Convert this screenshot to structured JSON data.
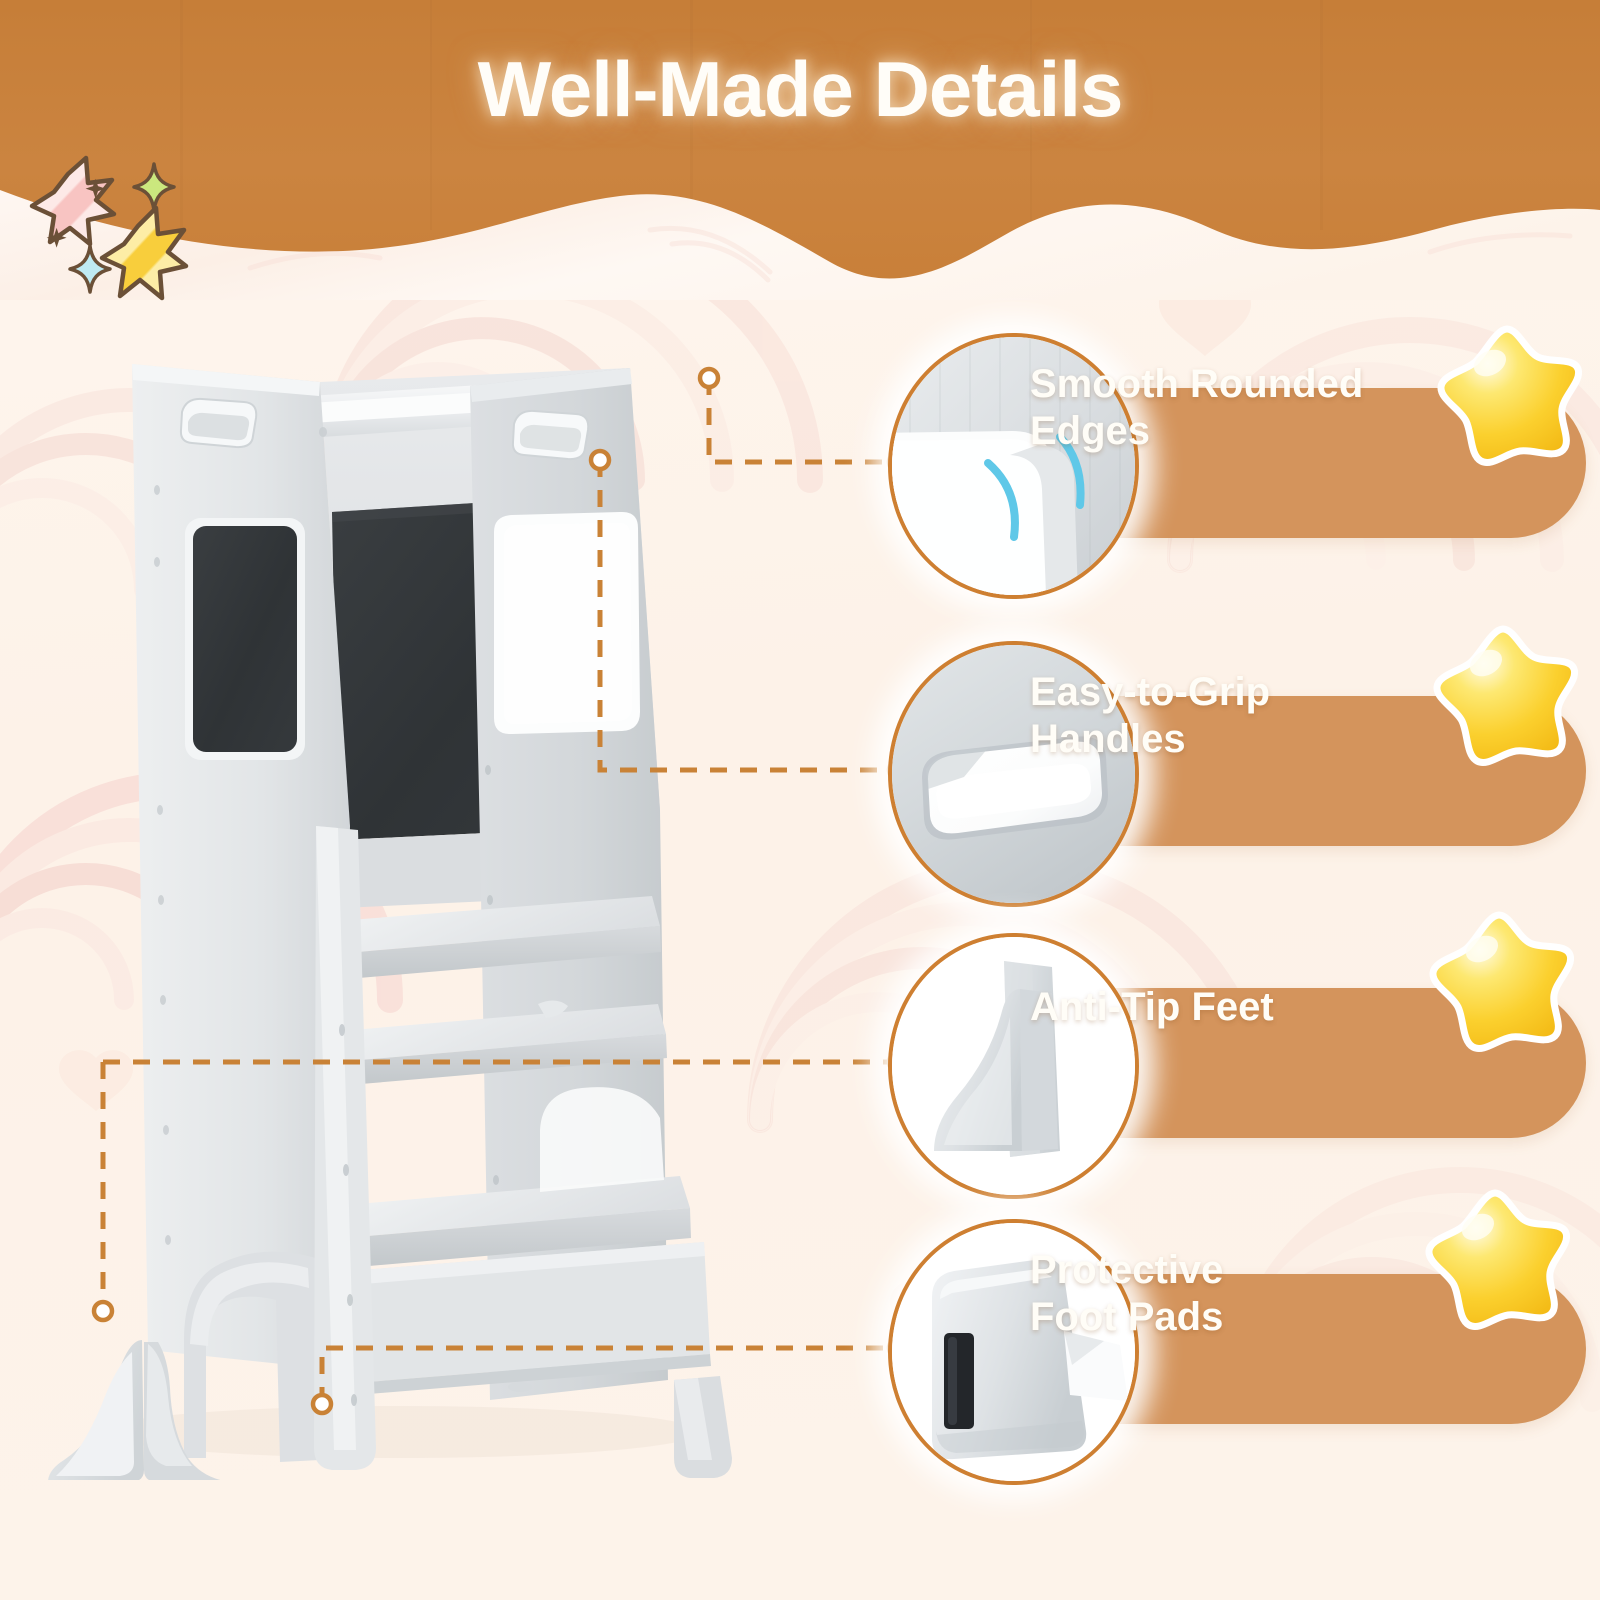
{
  "page": {
    "title": "Well-Made Details",
    "background_color": "#FDF3EA",
    "header_color": "#C8813E",
    "accent_color": "#D4945C",
    "bubble_border_color": "#CE7F31",
    "connector_color": "#C98236",
    "title_color": "#FFFDF8",
    "star_color": "#FBD441"
  },
  "product": {
    "name": "kids-learning-tower",
    "alt": "White wooden toddler learning tower with chalkboard panel and step platforms",
    "chalkboard_color": "#33373A",
    "body_color": "#D7DADC"
  },
  "features": [
    {
      "id": "smooth-rounded-edges",
      "label": "Smooth Rounded\nEdges",
      "bubble_icon": "rounded-edge-closeup-icon",
      "star_icon": "star-badge-icon"
    },
    {
      "id": "easy-to-grip-handles",
      "label": "Easy-to-Grip\nHandles",
      "bubble_icon": "handle-closeup-icon",
      "star_icon": "star-badge-icon"
    },
    {
      "id": "anti-tip-feet",
      "label": "Anti-Tip Feet",
      "bubble_icon": "anti-tip-foot-closeup-icon",
      "star_icon": "star-badge-icon"
    },
    {
      "id": "protective-foot-pads",
      "label": "Protective\nFoot Pads",
      "bubble_icon": "foot-pad-closeup-icon",
      "star_icon": "star-badge-icon"
    }
  ],
  "decorations": {
    "pink_star": "pink-star-icon",
    "yellow_star": "yellow-star-icon",
    "green_sparkle": "green-sparkle-icon",
    "blue_sparkle": "blue-sparkle-icon"
  }
}
